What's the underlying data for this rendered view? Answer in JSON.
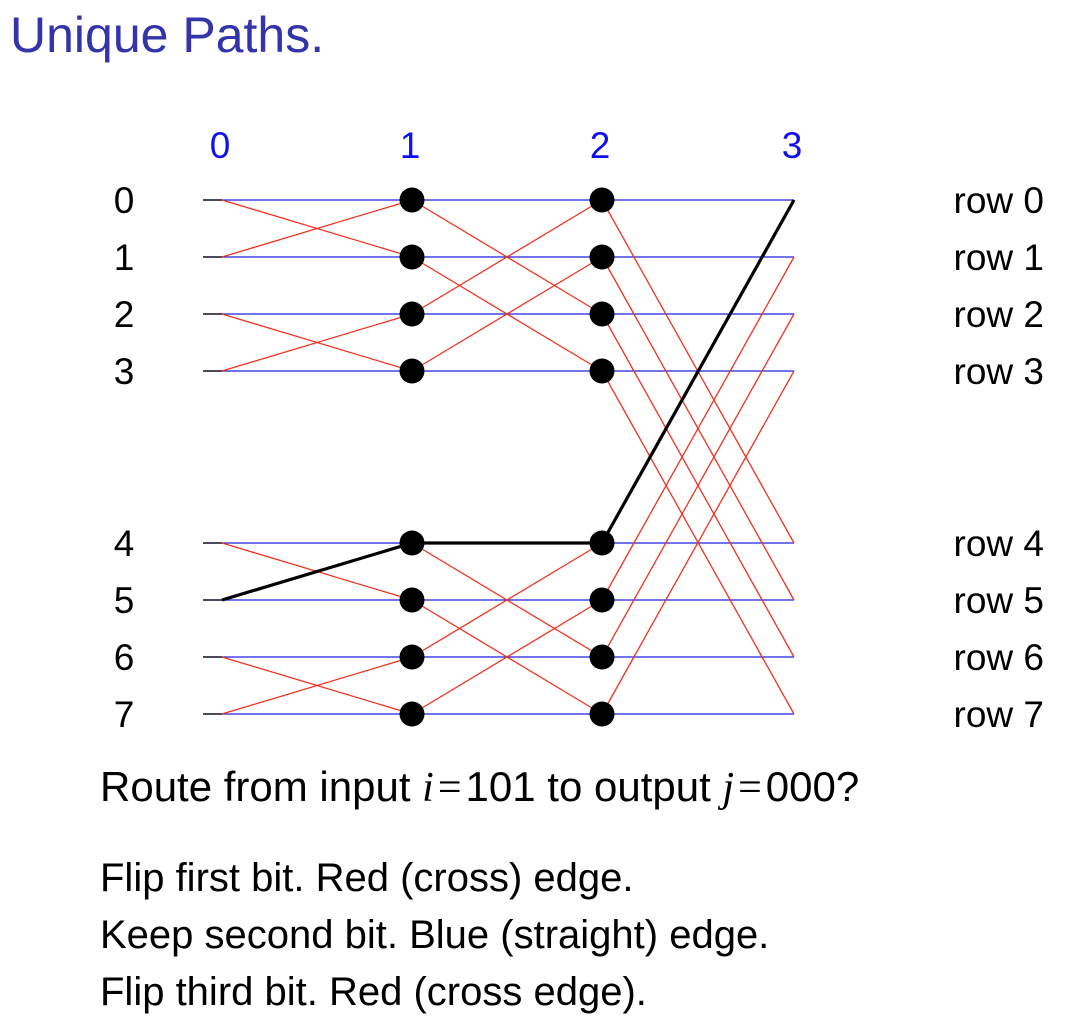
{
  "title": "Unique Paths.",
  "diagram": {
    "column_labels": [
      "0",
      "1",
      "2",
      "3"
    ],
    "input_labels": [
      "0",
      "1",
      "2",
      "3",
      "4",
      "5",
      "6",
      "7"
    ],
    "output_labels": [
      "row 0",
      "row 1",
      "row 2",
      "row 3",
      "row 4",
      "row 5",
      "row 6",
      "row 7"
    ],
    "stage_cross_distance": [
      1,
      2,
      4
    ],
    "highlighted_path": [
      5,
      4,
      4,
      0
    ],
    "colors": {
      "column_label": "#1010ee",
      "straight_edge": "#2020dd",
      "cross_edge": "#ee3322",
      "path": "#000000",
      "node": "#000000",
      "title": "#3333aa"
    }
  },
  "question": {
    "prefix": "Route from input",
    "var_i": "i",
    "eq_sign": "=",
    "input_value": "101",
    "middle": "to output",
    "var_j": "j",
    "output_value": "000?"
  },
  "explanation_lines": [
    "Flip first bit. Red (cross) edge.",
    "Keep second bit. Blue (straight) edge.",
    "Flip third bit. Red (cross edge)."
  ]
}
